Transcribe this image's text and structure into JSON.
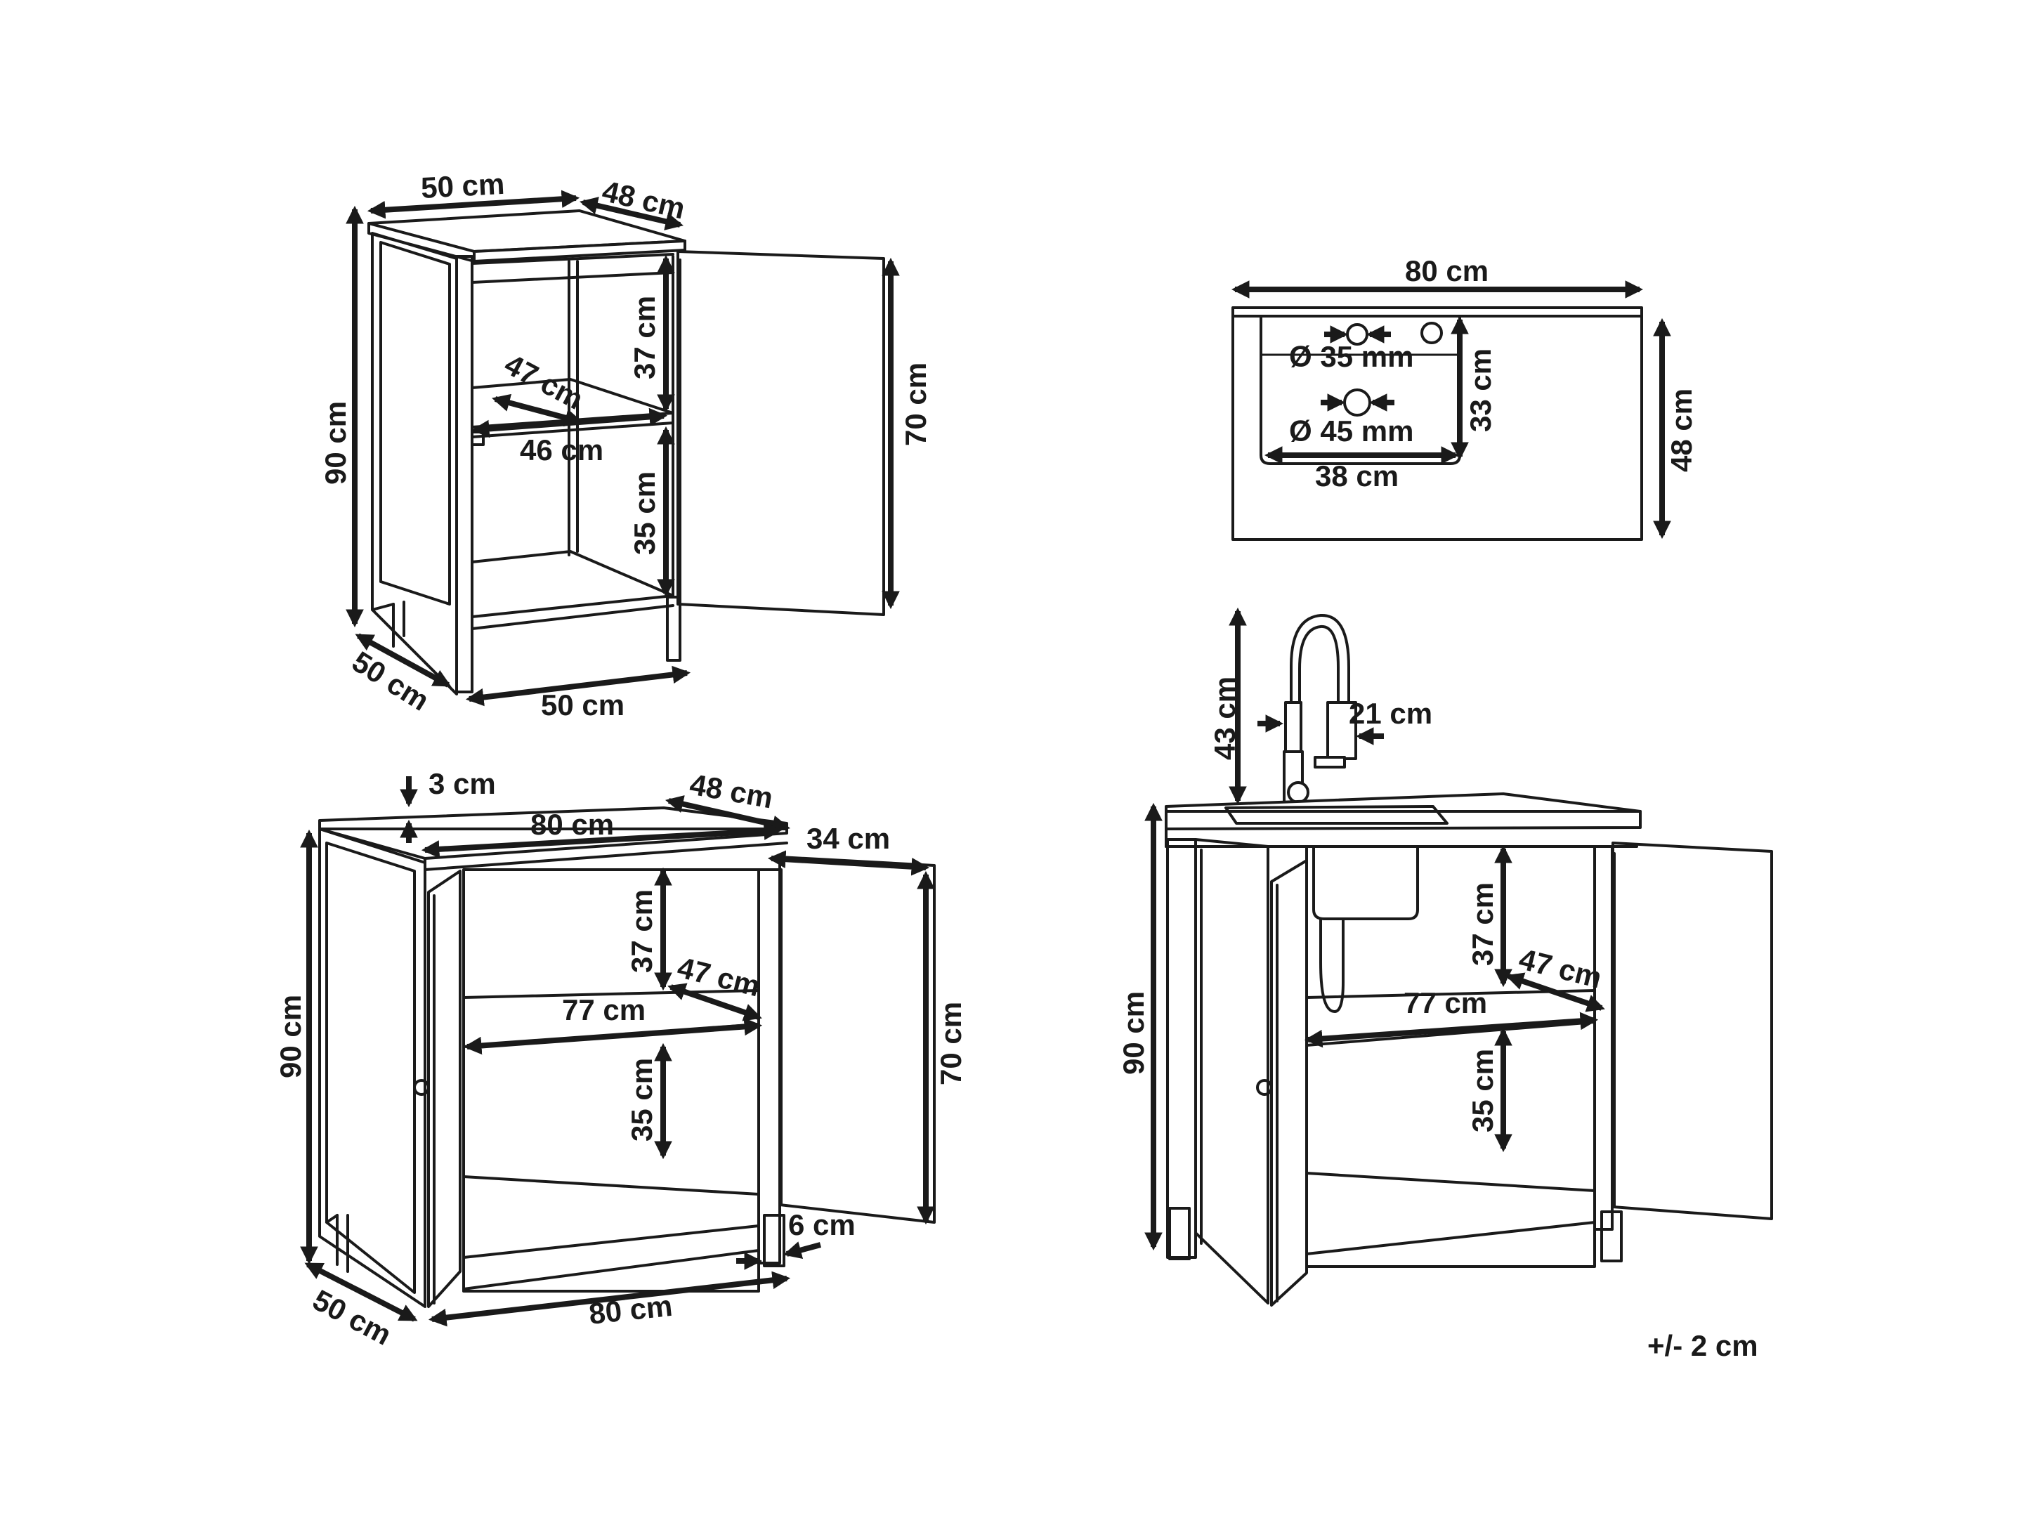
{
  "cabinet_narrow": {
    "top_width": "50 cm",
    "top_depth": "48 cm",
    "height": "90 cm",
    "upper_shelf_height": "37 cm",
    "lower_shelf_height": "35 cm",
    "shelf_depth": "47 cm",
    "shelf_width": "46 cm",
    "door_height": "70 cm",
    "base_depth": "50 cm",
    "base_width": "50 cm"
  },
  "sink_top": {
    "width": "80 cm",
    "tap_hole": "Ø 35 mm",
    "drain_hole": "Ø 45 mm",
    "basin_depth": "33 cm",
    "basin_width": "38 cm",
    "depth": "48 cm"
  },
  "cabinet_wide": {
    "top_thickness": "3 cm",
    "top_depth": "48 cm",
    "top_width": "80 cm",
    "door_width": "34 cm",
    "height": "90 cm",
    "upper_shelf_height": "37 cm",
    "shelf_depth": "47 cm",
    "shelf_width": "77 cm",
    "door_height": "70 cm",
    "lower_shelf_height": "35 cm",
    "leg_width": "6 cm",
    "base_depth": "50 cm",
    "base_width": "80 cm"
  },
  "sink_cabinet": {
    "tap_height": "43 cm",
    "tap_reach": "21 cm",
    "height": "90 cm",
    "upper_shelf_height": "37 cm",
    "shelf_depth": "47 cm",
    "shelf_width": "77 cm",
    "lower_shelf_height": "35 cm"
  },
  "tolerance": "+/- 2 cm"
}
